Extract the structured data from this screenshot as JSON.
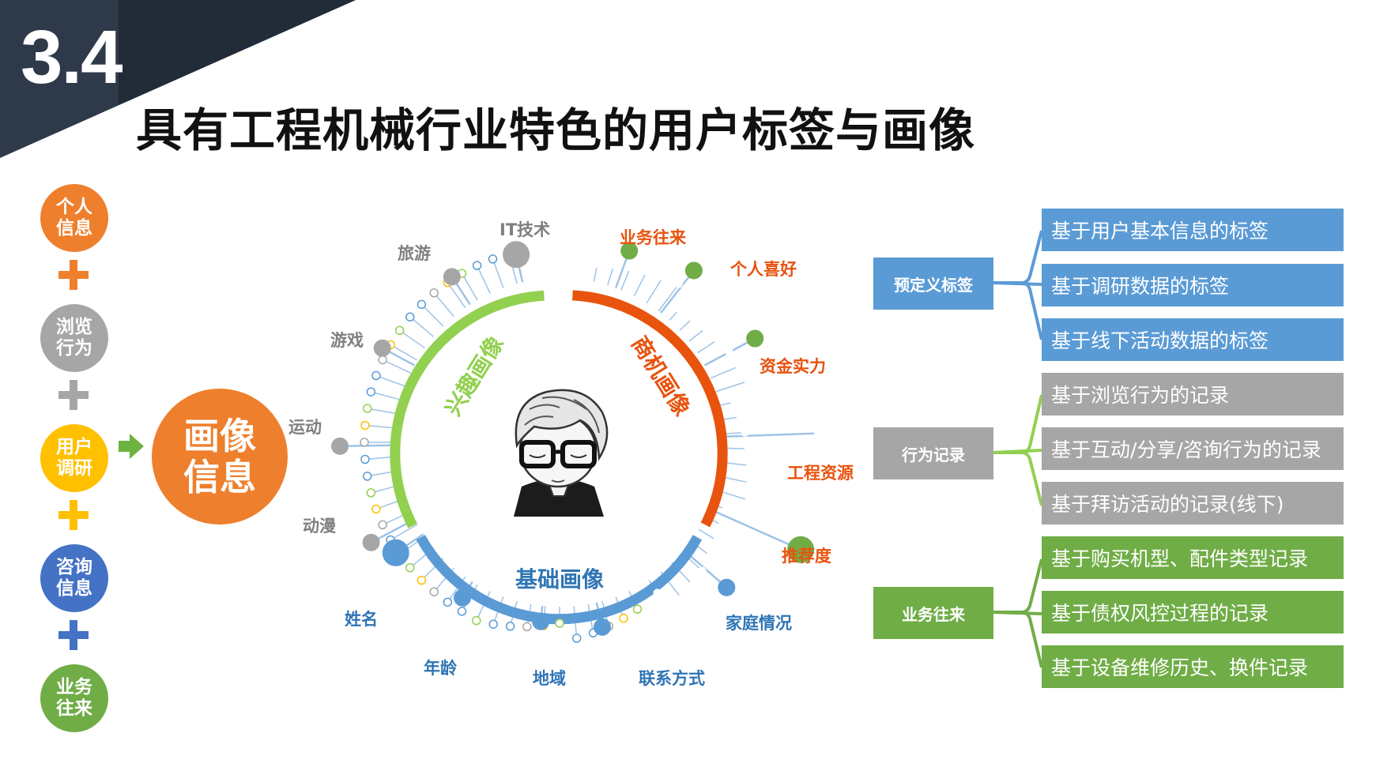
{
  "header": {
    "section_number": "3.4",
    "title": "具有工程机械行业特色的用户标签与画像"
  },
  "sources": [
    {
      "label": "个人信息",
      "color": "#ee7f2d"
    },
    {
      "label": "浏览行为",
      "color": "#a6a6a6"
    },
    {
      "label": "用户调研",
      "color": "#ffc000"
    },
    {
      "label": "咨询信息",
      "color": "#4472c4"
    },
    {
      "label": "业务往来",
      "color": "#70ad47"
    }
  ],
  "plus_colors": [
    "#ee7f2d",
    "#a6a6a6",
    "#ffc000",
    "#4472c4"
  ],
  "center": {
    "label": "画像信息",
    "color": "#ee7f2d"
  },
  "ring": {
    "segments": [
      {
        "label": "兴趣画像",
        "color": "#92d050"
      },
      {
        "label": "商机画像",
        "color": "#e8530e"
      },
      {
        "label": "基础画像",
        "color": "#5b9bd5"
      }
    ],
    "interest_tags": [
      "IT技术",
      "旅游",
      "游戏",
      "运动",
      "动漫"
    ],
    "business_tags": [
      "业务往来",
      "个人喜好",
      "资金实力",
      "工程资源",
      "推荐度"
    ],
    "basic_tags": [
      "家庭情况",
      "联系方式",
      "地域",
      "年龄",
      "姓名"
    ]
  },
  "categories": [
    {
      "label": "预定义标签",
      "color": "#5b9bd5",
      "items": [
        "基于用户基本信息的标签",
        "基于调研数据的标签",
        "基于线下活动数据的标签"
      ]
    },
    {
      "label": "行为记录",
      "color": "#a6a6a6",
      "items": [
        "基于浏览行为的记录",
        "基于互动/分享/咨询行为的记录",
        "基于拜访活动的记录(线下)"
      ]
    },
    {
      "label": "业务往来",
      "color": "#70ad47",
      "items": [
        "基于购买机型、配件类型记录",
        "基于债权风控过程的记录",
        "基于设备维修历史、换件记录"
      ]
    }
  ]
}
